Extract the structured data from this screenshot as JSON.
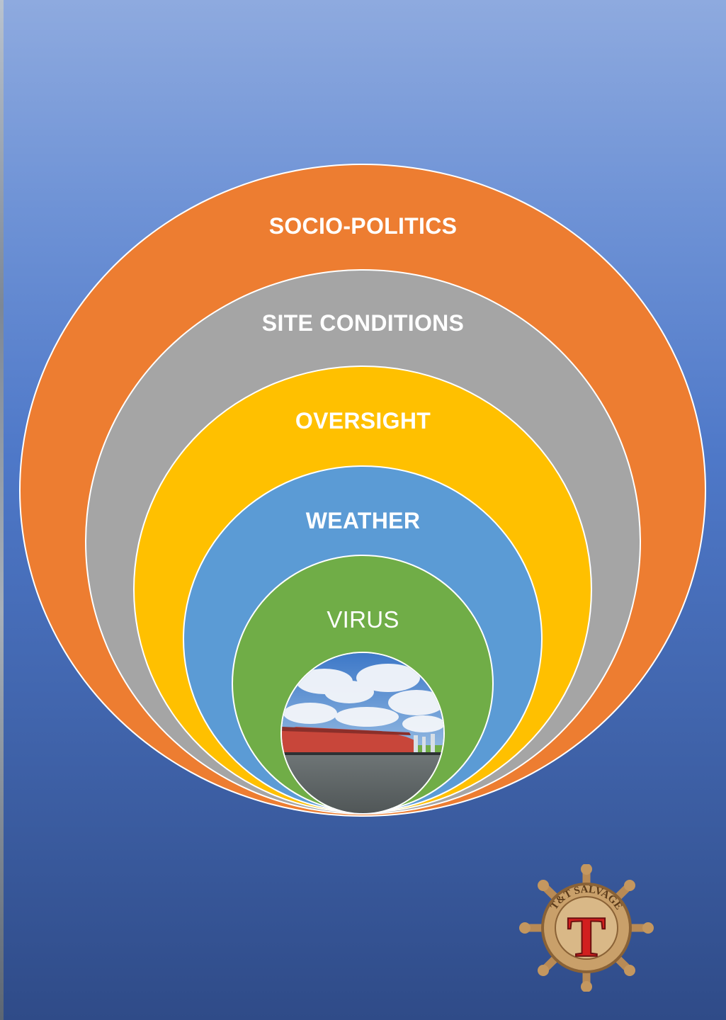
{
  "diagram": {
    "rings": [
      {
        "label": "SOCIO-POLITICS",
        "color": "#ed7d31"
      },
      {
        "label": "SITE CONDITIONS",
        "color": "#a5a5a5"
      },
      {
        "label": "OVERSIGHT",
        "color": "#ffc000"
      },
      {
        "label": "WEATHER",
        "color": "#5b9bd5"
      },
      {
        "label": "VIRUS",
        "color": "#70ad47"
      }
    ],
    "center_image": "ship-wreck-photo"
  },
  "logo": {
    "text": "T&T SALVAGE",
    "letter": "T",
    "icon": "ship-wheel-icon"
  }
}
